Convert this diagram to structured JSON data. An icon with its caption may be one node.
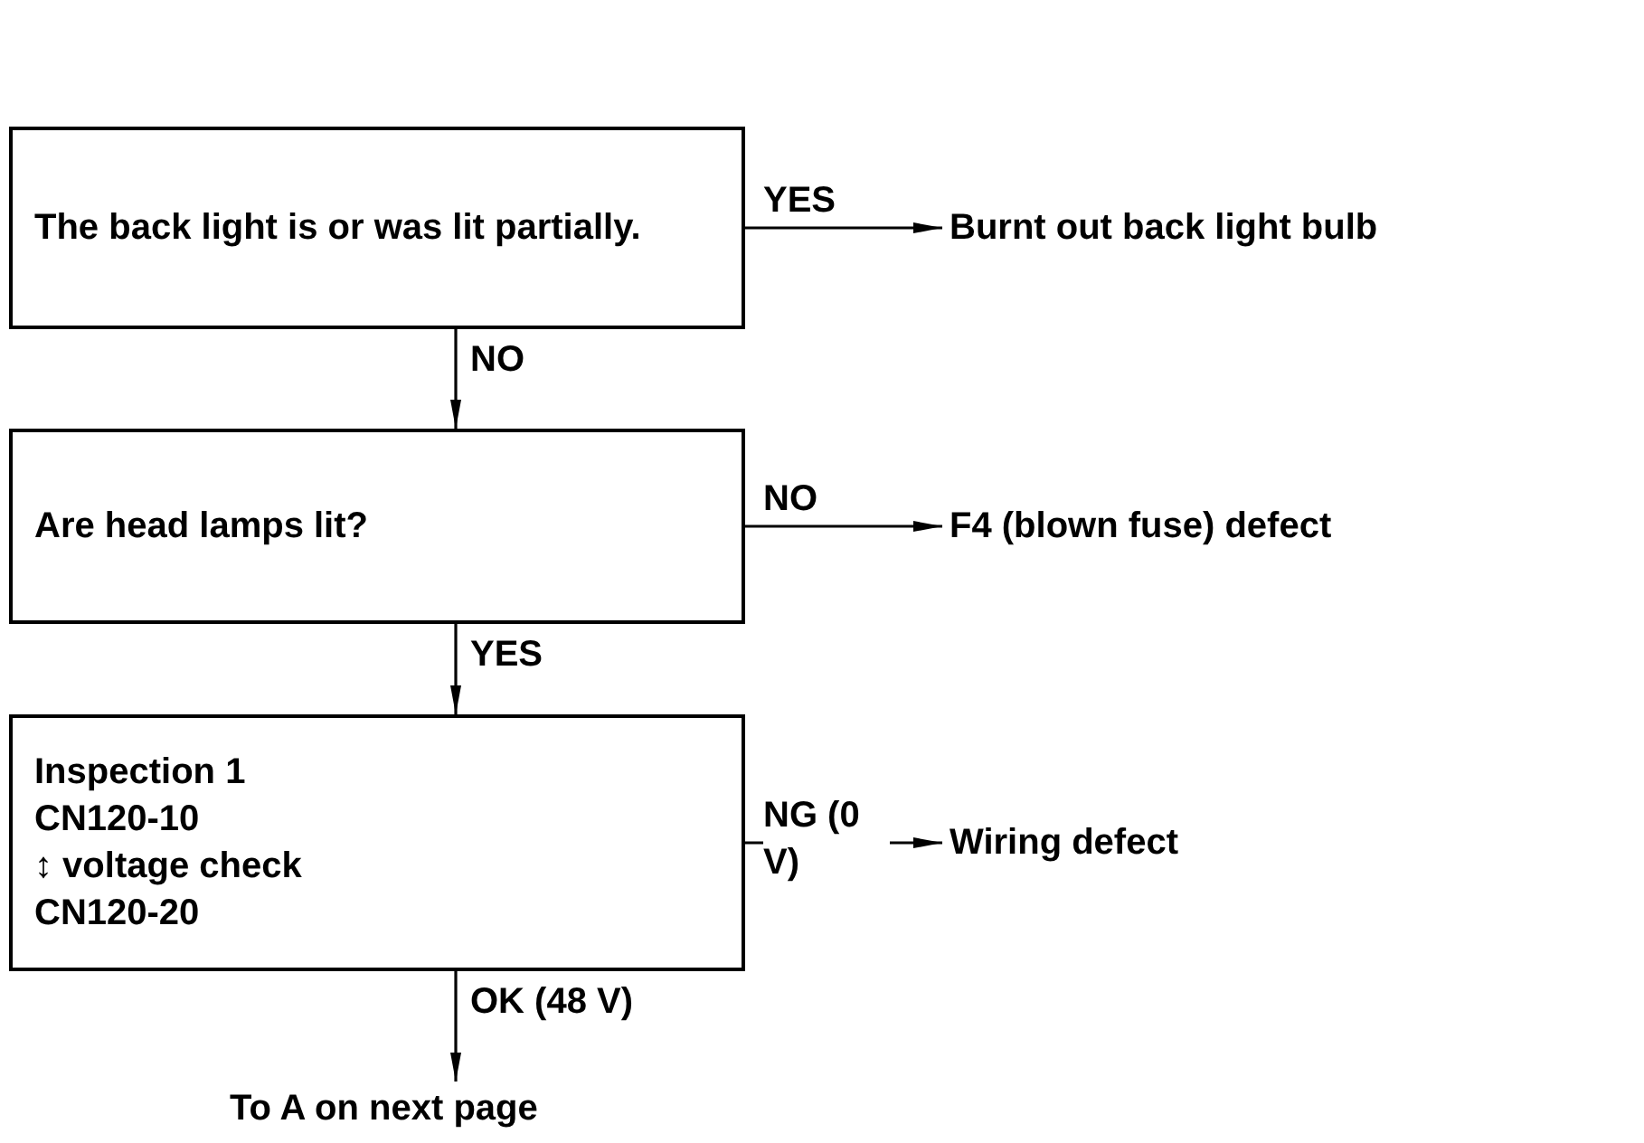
{
  "diagram": {
    "nodes": [
      {
        "text": [
          "The back light is or was lit partially."
        ]
      },
      {
        "text": [
          "Burnt out back light bulb"
        ]
      },
      {
        "text": [
          "Are head lamps lit?"
        ]
      },
      {
        "text": [
          "F4 (blown fuse) defect"
        ]
      },
      {
        "text": [
          "Inspection 1",
          "CN120-10",
          "↕ voltage check",
          "CN120-20"
        ]
      },
      {
        "text": [
          "Wiring defect"
        ]
      },
      {
        "text": [
          "To A on next page"
        ]
      }
    ],
    "edges": [
      {
        "from": 0,
        "to": 1,
        "arrow": "to",
        "label": "YES"
      },
      {
        "from": 0,
        "to": 2,
        "arrow": "to",
        "label": "NO"
      },
      {
        "from": 2,
        "to": 3,
        "arrow": "to",
        "label": "NO"
      },
      {
        "from": 2,
        "to": 4,
        "arrow": "to",
        "label": "YES"
      },
      {
        "from": 4,
        "to": 5,
        "arrow": "to",
        "label": "NG (0 V)"
      },
      {
        "from": 4,
        "to": 6,
        "arrow": "to",
        "label": "OK (48 V)"
      }
    ]
  }
}
